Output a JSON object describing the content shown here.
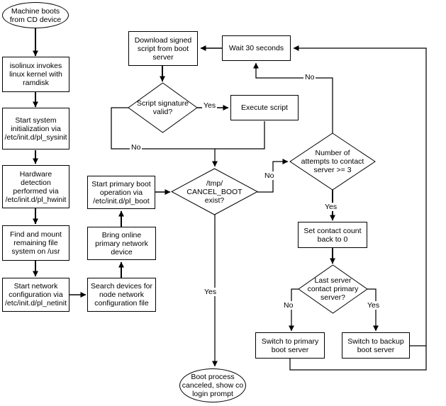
{
  "diagram": {
    "type": "flowchart",
    "colors": {
      "background": "#ffffff",
      "line": "#000000",
      "text": "#000000",
      "node_fill": "#ffffff"
    }
  },
  "nodes": {
    "machine_boots": {
      "type": "terminator",
      "label": [
        "Machine boots",
        "from CD device"
      ]
    },
    "isolinux": {
      "type": "process",
      "label": [
        "isolinux invokes",
        "linux kernel with",
        "ramdisk"
      ]
    },
    "sysinit": {
      "type": "process",
      "label": [
        "Start system",
        "initialization via",
        "/etc/init.d/pl_sysinit"
      ]
    },
    "hwinit": {
      "type": "process",
      "label": [
        "Hardware",
        "detection",
        "performed via",
        "/etc/init.d/pl_hwinit"
      ]
    },
    "find_mount": {
      "type": "process",
      "label": [
        "Find and mount",
        "remaining file",
        "system on /usr"
      ]
    },
    "netinit": {
      "type": "process",
      "label": [
        "Start network",
        "configuration via",
        "/etc/init.d/pl_netinit"
      ]
    },
    "search_devices": {
      "type": "process",
      "label": [
        "Search devices for",
        "node network",
        "configuration file"
      ]
    },
    "bring_online": {
      "type": "process",
      "label": [
        "Bring online",
        "primary network",
        "device"
      ]
    },
    "pl_boot": {
      "type": "process",
      "label": [
        "Start primary boot",
        "operation via",
        "/etc/init.d/pl_boot"
      ]
    },
    "download_script": {
      "type": "process",
      "label": [
        "Download signed",
        "script from boot",
        "server"
      ]
    },
    "wait_30": {
      "type": "process",
      "label": "Wait 30 seconds"
    },
    "script_signature": {
      "type": "decision",
      "label": [
        "Script signature",
        "valid?"
      ]
    },
    "execute_script": {
      "type": "process",
      "label": "Execute script"
    },
    "cancel_boot": {
      "type": "decision",
      "label": [
        "/tmp/",
        "CANCEL_BOOT",
        "exist?"
      ]
    },
    "attempts": {
      "type": "decision",
      "label": [
        "Number of",
        "attempts to contact",
        "server >= 3"
      ]
    },
    "set_count": {
      "type": "process",
      "label": [
        "Set contact count",
        "back to 0"
      ]
    },
    "last_server": {
      "type": "decision",
      "label": [
        "Last server",
        "contact primary",
        "server?"
      ]
    },
    "switch_primary": {
      "type": "process",
      "label": [
        "Switch to primary",
        "boot server"
      ]
    },
    "switch_backup": {
      "type": "process",
      "label": [
        "Switch to backup",
        "boot server"
      ]
    },
    "boot_canceled": {
      "type": "terminator",
      "label": [
        "Boot process",
        "canceled, show co",
        "login prompt"
      ]
    }
  },
  "edge_labels": {
    "sig_yes": "Yes",
    "sig_no": "No",
    "cancel_no": "No",
    "cancel_yes": "Yes",
    "attempts_no": "No",
    "attempts_yes": "Yes",
    "last_no": "No",
    "last_yes": "Yes"
  }
}
